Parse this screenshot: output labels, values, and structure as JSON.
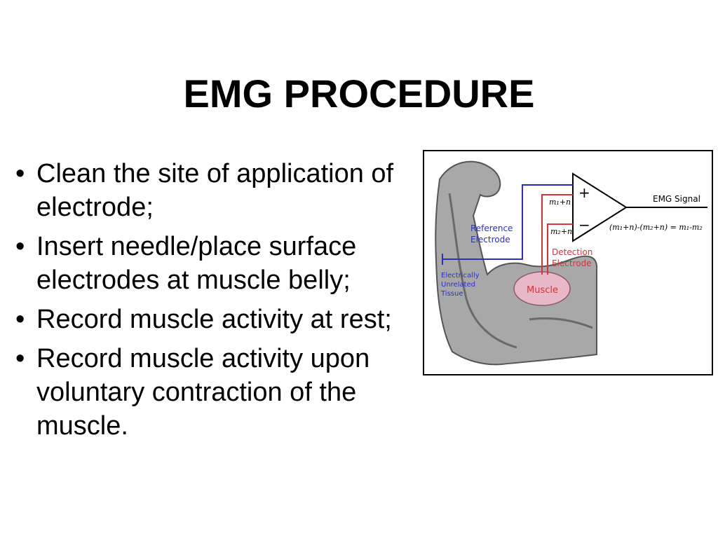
{
  "slide": {
    "title": "EMG PROCEDURE",
    "bullets": [
      "Clean the site of application of electrode;",
      "Insert needle/place surface electrodes at muscle belly;",
      "Record muscle activity at rest;",
      "Record muscle activity upon voluntary contraction of the muscle."
    ]
  },
  "figure": {
    "labels": {
      "reference_electrode_1": "Reference",
      "reference_electrode_2": "Electrode",
      "electrically_unrelated_1": "Electrically",
      "electrically_unrelated_2": "Unrelated",
      "electrically_unrelated_3": "Tissue",
      "detection_electrode_1": "Detection",
      "detection_electrode_2": "Electrode",
      "muscle": "Muscle",
      "emg_signal": "EMG Signal",
      "plus": "+",
      "minus": "−",
      "input_plus": "m₁+n",
      "input_minus": "m₂+n",
      "equation": "(m₁+n)-(m₂+n) = m₁-m₂"
    },
    "colors": {
      "reference_wire": "#2b2fc9",
      "detection_wire": "#d0363a",
      "reference_text": "#2b2fc9",
      "detection_text": "#d0363a",
      "muscle_fill": "#e8b8c8",
      "arm_fill": "#a8a8a8"
    }
  }
}
